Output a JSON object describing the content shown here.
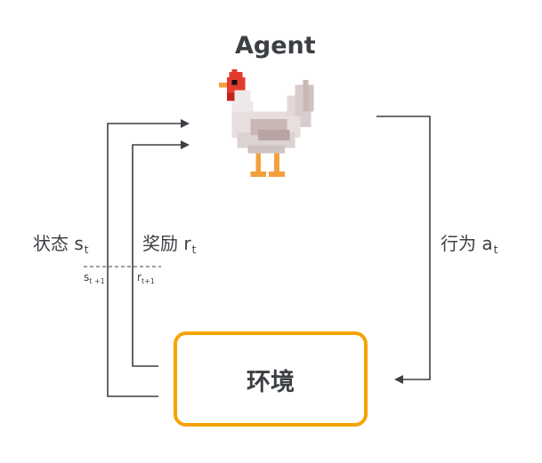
{
  "agent": {
    "title": "Agent",
    "icon": "chicken-icon"
  },
  "environment": {
    "label": "环境",
    "border_color": "#f5a300"
  },
  "state": {
    "label": "状态 s",
    "subscript": "t"
  },
  "reward": {
    "label": "奖励 r",
    "subscript": "t"
  },
  "action": {
    "label": "行为 a",
    "subscript": "t"
  },
  "next_state": {
    "label": "s",
    "subscript": "t +1"
  },
  "next_reward": {
    "label": "r",
    "subscript": "t+1"
  },
  "colors": {
    "line": "#3c3f44",
    "env_border": "#f5a300"
  }
}
